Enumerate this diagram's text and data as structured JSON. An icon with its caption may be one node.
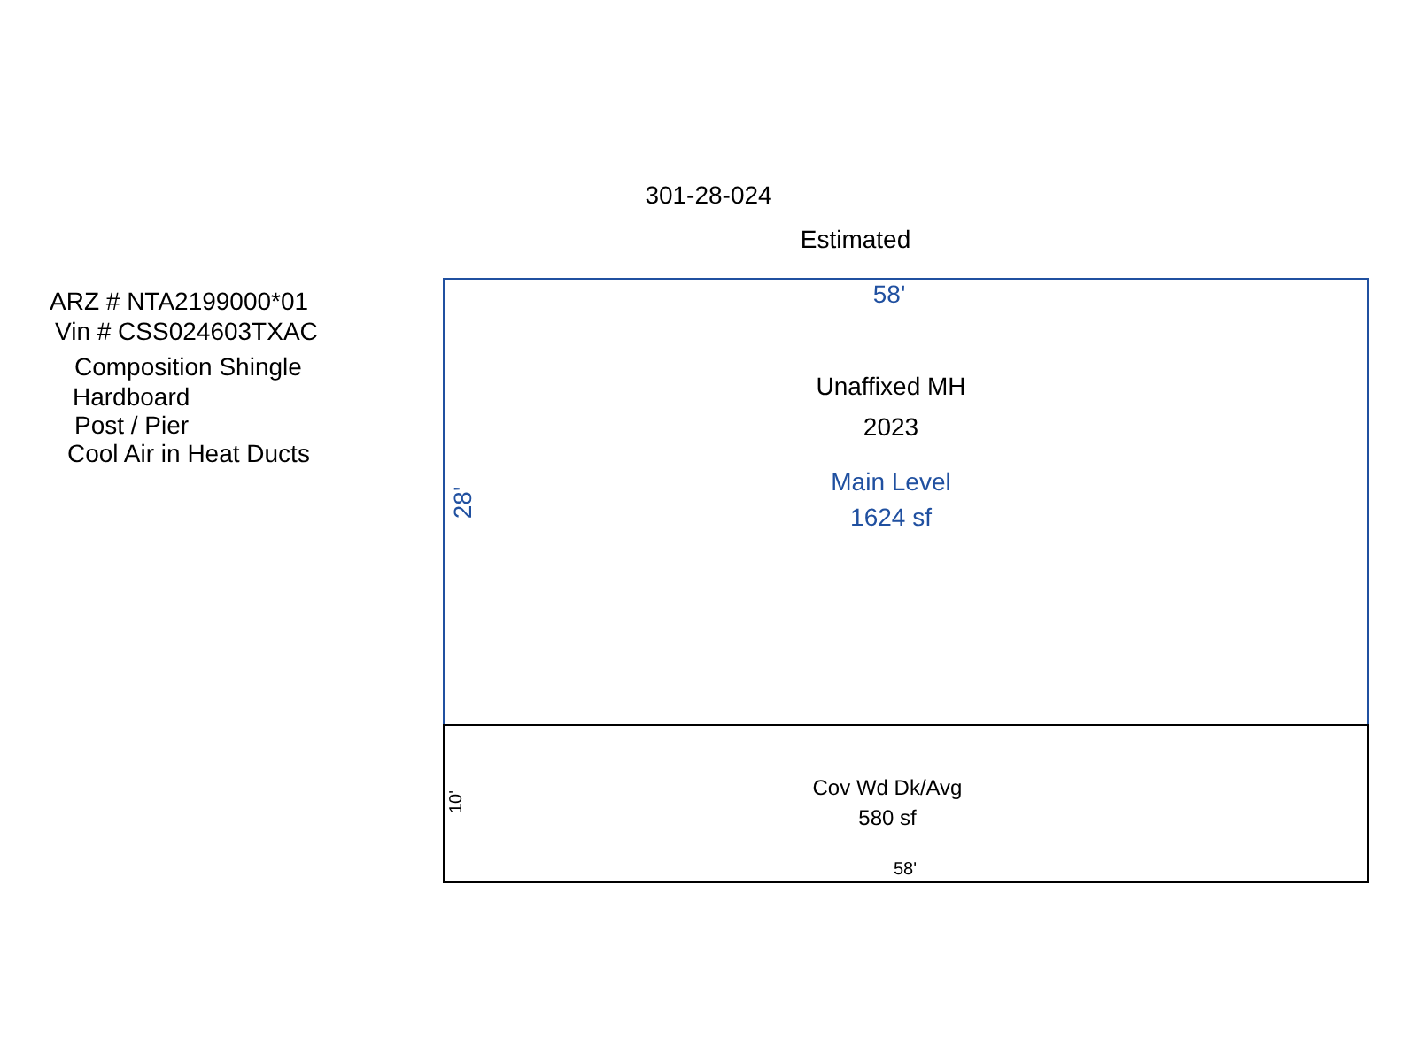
{
  "diagram": {
    "title": "301-28-024",
    "nodes": [
      {
        "text": [
          "Unaffixed MH",
          "2023",
          "Main Level",
          "1624 sf"
        ]
      },
      {
        "text": [
          "Cov Wd Dk/Avg",
          "580 sf"
        ]
      }
    ],
    "labels": [
      "Estimated",
      "ARZ # NTA2199000*01",
      "Vin # CSS024603TXAC",
      "Composition Shingle",
      "Hardboard",
      "Post / Pier",
      "Cool Air in Heat Ducts",
      "58'",
      "28'",
      "10'",
      "58'"
    ]
  }
}
